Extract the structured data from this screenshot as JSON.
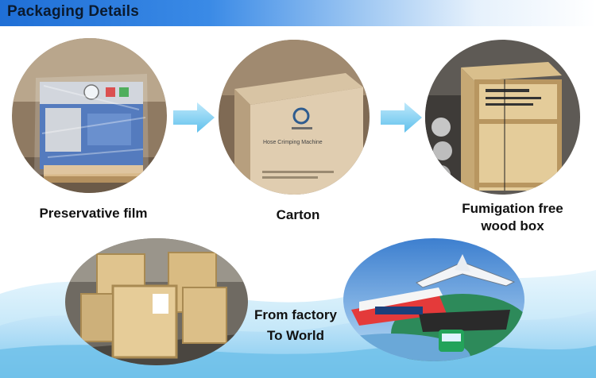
{
  "header": {
    "title": "Packaging Details"
  },
  "items": {
    "film": {
      "caption": "Preservative film"
    },
    "carton": {
      "caption": "Carton",
      "box_print": "Hose Crimping Machine"
    },
    "wood": {
      "caption_line1": "Fumigation free",
      "caption_line2": "wood box"
    },
    "shipping": {
      "caption_line1": "From factory",
      "caption_line2": "To World"
    }
  },
  "colors": {
    "header_blue": "#1f6fd6",
    "arrow": "#7fd0f2",
    "wave": "#9fd6f3"
  },
  "icons": [
    "right-arrow-icon",
    "right-arrow-icon"
  ]
}
